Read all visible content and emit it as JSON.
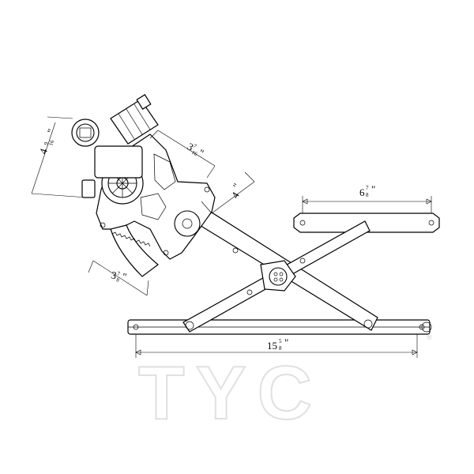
{
  "brand": {
    "logo_text": "TYC",
    "registered_mark": "®",
    "logo_color": "#e0e0e0"
  },
  "dimensions": {
    "height_motor": {
      "whole": "4",
      "num": "9",
      "den": "16",
      "unit": "\""
    },
    "arm_upper": {
      "whole": "3",
      "num": "7",
      "den": "16",
      "unit": "\""
    },
    "arm_side": {
      "whole": "4",
      "num": "",
      "den": "",
      "unit": "\""
    },
    "sector_gear": {
      "whole": "3",
      "num": "7",
      "den": "8",
      "unit": "\""
    },
    "upper_rail": {
      "whole": "6",
      "num": "7",
      "den": "8",
      "unit": "\""
    },
    "lower_rail": {
      "whole": "15",
      "num": "5",
      "den": "8",
      "unit": "\""
    }
  },
  "colors": {
    "line": "#000000",
    "background": "#ffffff"
  }
}
